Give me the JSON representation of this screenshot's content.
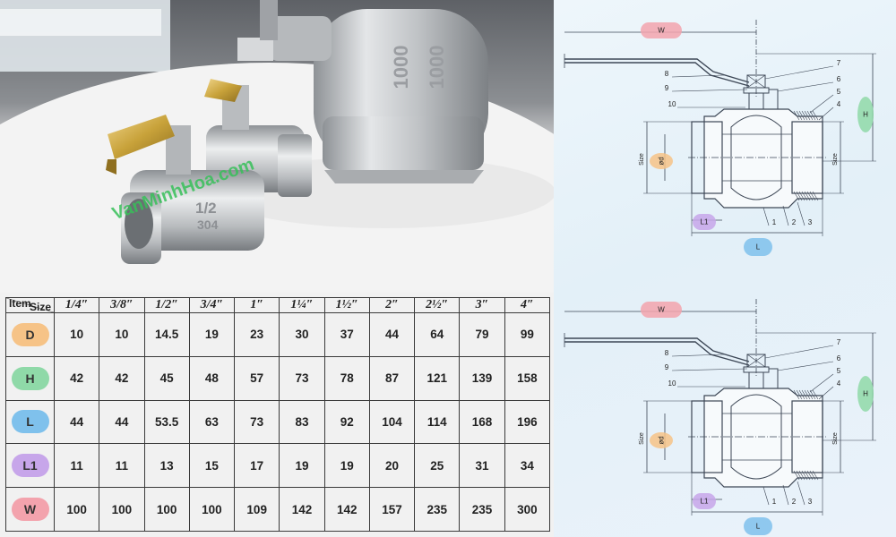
{
  "photo": {
    "watermark": "VanMinhHoa.com",
    "small_valve_marks": [
      "1/2",
      "304"
    ]
  },
  "table": {
    "corner_top": "Size",
    "corner_bottom": "Item",
    "sizes": [
      "1/4″",
      "3/8″",
      "1/2″",
      "3/4″",
      "1″",
      "1¼″",
      "1½″",
      "2″",
      "2½″",
      "3″",
      "4″"
    ],
    "rows": [
      {
        "item": "D",
        "color": "#f6c387",
        "values": [
          "10",
          "10",
          "14.5",
          "19",
          "23",
          "30",
          "37",
          "44",
          "64",
          "79",
          "99"
        ]
      },
      {
        "item": "H",
        "color": "#8fd9a8",
        "values": [
          "42",
          "42",
          "45",
          "48",
          "57",
          "73",
          "78",
          "87",
          "121",
          "139",
          "158"
        ]
      },
      {
        "item": "L",
        "color": "#7fc1ec",
        "values": [
          "44",
          "44",
          "53.5",
          "63",
          "73",
          "83",
          "92",
          "104",
          "114",
          "168",
          "196"
        ]
      },
      {
        "item": "L1",
        "color": "#c7a6ea",
        "values": [
          "11",
          "11",
          "13",
          "15",
          "17",
          "19",
          "19",
          "20",
          "25",
          "31",
          "34"
        ]
      },
      {
        "item": "W",
        "color": "#f3a3ad",
        "values": [
          "100",
          "100",
          "100",
          "100",
          "109",
          "142",
          "142",
          "157",
          "235",
          "235",
          "300"
        ]
      }
    ]
  },
  "drawings": [
    {
      "labels": {
        "w": "W",
        "h": "H",
        "l": "L",
        "l1": "L1",
        "od": "ød",
        "size_left": "Size",
        "size_right": "Size"
      },
      "parts": [
        "1",
        "2",
        "3",
        "4",
        "5",
        "6",
        "7",
        "8",
        "9",
        "10"
      ]
    },
    {
      "labels": {
        "w": "W",
        "h": "H",
        "l": "L",
        "l1": "L1",
        "od": "ød",
        "size_left": "Size",
        "size_right": "Size"
      },
      "parts": [
        "1",
        "2",
        "3",
        "4",
        "5",
        "6",
        "7",
        "8",
        "9",
        "10"
      ]
    }
  ],
  "colors": {
    "brass": "#c8a23a",
    "steel": "#c9cccf",
    "line": "#3d4756"
  }
}
